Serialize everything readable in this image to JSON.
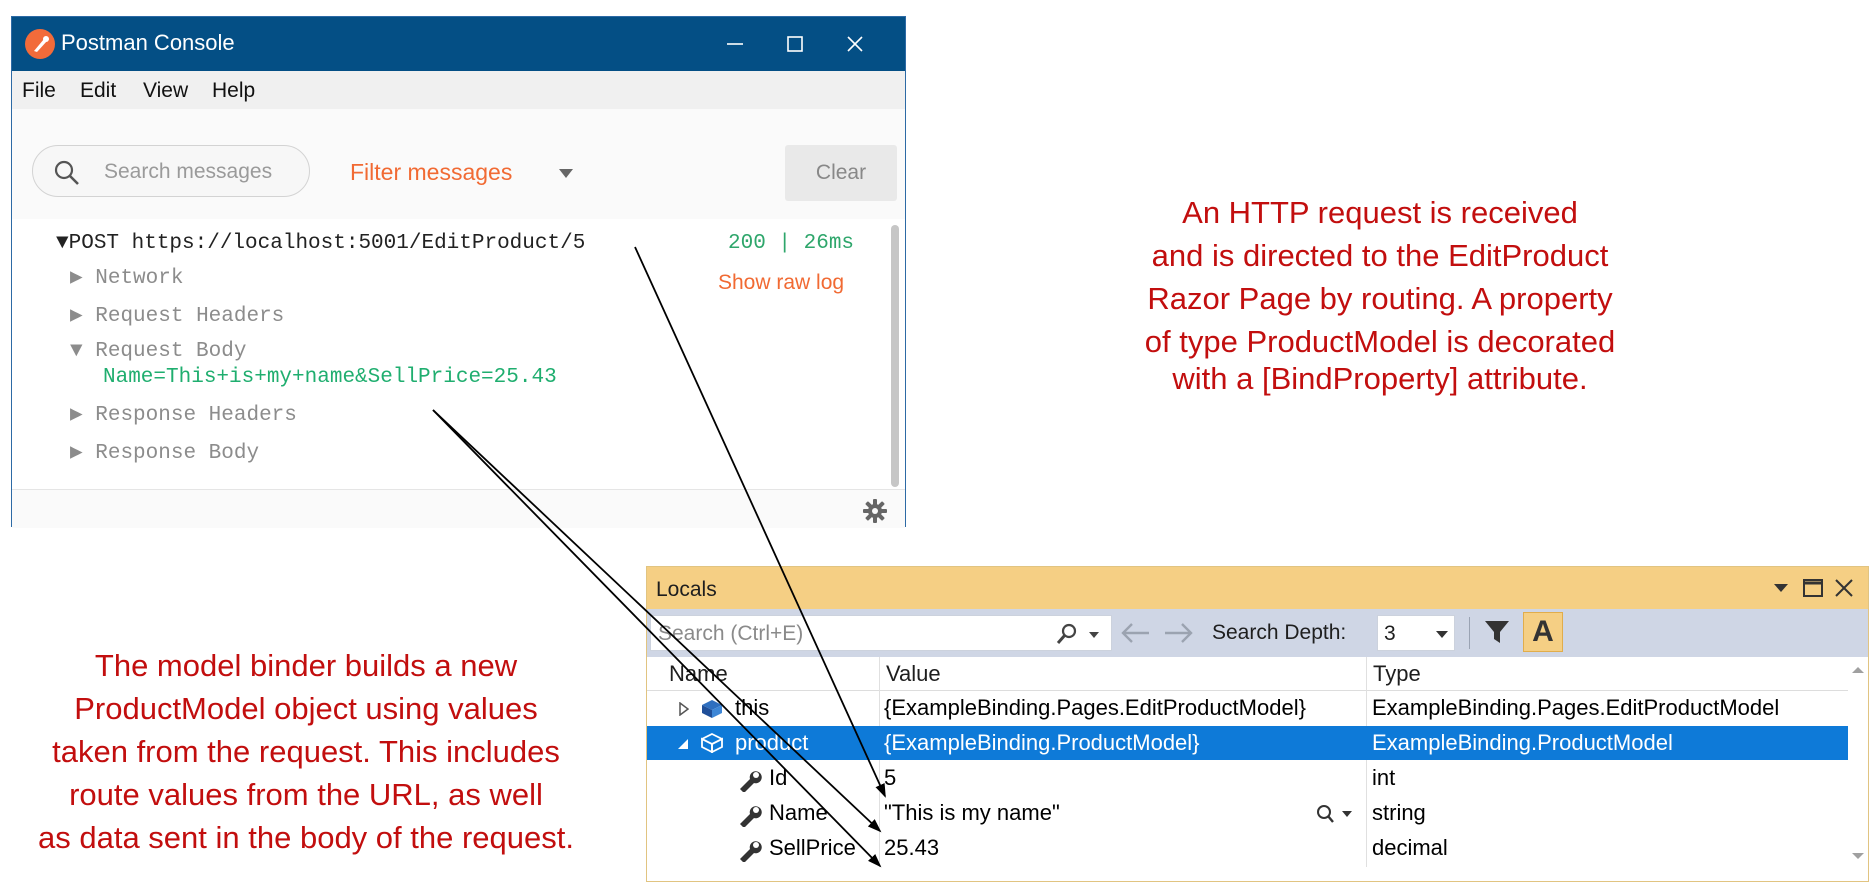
{
  "postman": {
    "title": "Postman Console",
    "menu": [
      "File",
      "Edit",
      "View",
      "Help"
    ],
    "search_placeholder": "Search messages",
    "filter_label": "Filter messages",
    "clear_label": "Clear",
    "request": {
      "line": "POST https://localhost:5001/EditProduct/5",
      "status": "200 | 26ms",
      "raw_log": "Show raw log",
      "sections": [
        "Network",
        "Request Headers",
        "Request Body",
        "Response Headers",
        "Response Body"
      ],
      "body_value": "Name=This+is+my+name&SellPrice=25.43"
    }
  },
  "locals": {
    "title": "Locals",
    "search_placeholder": "Search (Ctrl+E)",
    "depth_label": "Search Depth:",
    "depth_value": "3",
    "a_label": "A",
    "columns": [
      "Name",
      "Value",
      "Type"
    ],
    "rows": [
      {
        "name": "this",
        "value": "{ExampleBinding.Pages.EditProductModel}",
        "type": "ExampleBinding.Pages.EditProductModel"
      },
      {
        "name": "product",
        "value": "{ExampleBinding.ProductModel}",
        "type": "ExampleBinding.ProductModel"
      },
      {
        "name": "Id",
        "value": "5",
        "type": "int"
      },
      {
        "name": "Name",
        "value": "\"This is my name\"",
        "type": "string"
      },
      {
        "name": "SellPrice",
        "value": "25.43",
        "type": "decimal"
      }
    ]
  },
  "annotations": {
    "top_right": [
      "An HTTP request is received",
      "and is directed to the EditProduct",
      "Razor Page by routing. A property",
      "of type ProductModel is decorated",
      "with a [BindProperty] attribute."
    ],
    "bottom_left": [
      "The model binder builds a new",
      "ProductModel object using values",
      "taken from the request. This includes",
      "route values from the URL, as well",
      "as data sent in the body of the request."
    ]
  },
  "colors": {
    "postman_titlebar": "#044f85",
    "postman_accent": "#f16a33",
    "status_green": "#2ea66b",
    "locals_title": "#f5cf84",
    "selection": "#0e7ad8",
    "annotation_red": "#c20e0e"
  }
}
